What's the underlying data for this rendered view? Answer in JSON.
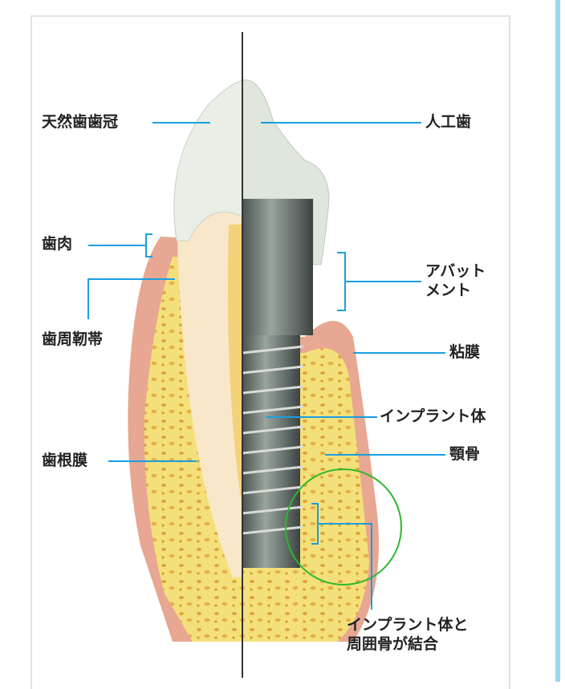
{
  "labels": {
    "natural_crown": "天然歯歯冠",
    "artificial_tooth": "人工歯",
    "gum": "歯肉",
    "abutment_line1": "アバット",
    "abutment_line2": "メント",
    "periodontal_ligament_fibers": "歯周靭帯",
    "mucosa": "粘膜",
    "implant_body": "インプラント体",
    "periodontal_membrane": "歯根膜",
    "jawbone": "顎骨",
    "osseointegration_line1": "インプラント体と",
    "osseointegration_line2": "周囲骨が結合"
  },
  "colors": {
    "leader": "#1a9ee0",
    "highlight_circle": "#2db82d",
    "accent_bar": "#99d8ee"
  }
}
